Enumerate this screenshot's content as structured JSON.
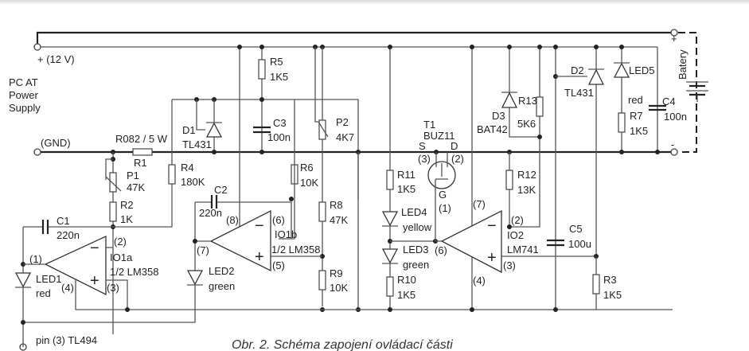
{
  "caption": "Obr. 2. Schéma zapojení ovládací části",
  "terminals": {
    "plus12": "+ (12 V)",
    "gnd": "(GND)",
    "psu_line1": "PC AT",
    "psu_line2": "Power",
    "psu_line3": "Supply",
    "pin3": "pin (3) TL494",
    "battery": "Batery",
    "bat_plus": "+",
    "bat_minus": "-"
  },
  "components": {
    "R1": {
      "name": "R1",
      "value": "R082 / 5 W"
    },
    "P1": {
      "name": "P1",
      "value": "47K"
    },
    "R2": {
      "name": "R2",
      "value": "1K"
    },
    "R4": {
      "name": "R4",
      "value": "180K"
    },
    "D1": {
      "name": "D1",
      "value": "TL431"
    },
    "R5": {
      "name": "R5",
      "value": "1K5"
    },
    "C3": {
      "name": "C3",
      "value": "100n"
    },
    "R6": {
      "name": "R6",
      "value": "10K"
    },
    "P2": {
      "name": "P2",
      "value": "4K7"
    },
    "R8": {
      "name": "R8",
      "value": "47K"
    },
    "R9": {
      "name": "R9",
      "value": "10K"
    },
    "C1": {
      "name": "C1",
      "value": "220n"
    },
    "C2": {
      "name": "C2",
      "value": "220n"
    },
    "IO1a": {
      "name": "IO1a",
      "value": "1/2 LM358"
    },
    "IO1b": {
      "name": "IO1b",
      "value": "1/2 LM358"
    },
    "LED1": {
      "name": "LED1",
      "value": "red"
    },
    "LED2": {
      "name": "LED2",
      "value": "green"
    },
    "T1": {
      "name": "T1",
      "value": "BUZ11",
      "S": "S",
      "D": "D",
      "G": "G"
    },
    "R11": {
      "name": "R11",
      "value": "1K5"
    },
    "LED4": {
      "name": "LED4",
      "value": "yellow"
    },
    "LED3": {
      "name": "LED3",
      "value": "green"
    },
    "R10": {
      "name": "R10",
      "value": "1K5"
    },
    "D3": {
      "name": "D3",
      "value": "BAT42"
    },
    "R13": {
      "name": "R13",
      "value": "5K6"
    },
    "R12": {
      "name": "R12",
      "value": "13K"
    },
    "IO2": {
      "name": "IO2",
      "value": "LM741"
    },
    "C5": {
      "name": "C5",
      "value": "100u"
    },
    "R3": {
      "name": "R3",
      "value": "1K5"
    },
    "D2": {
      "name": "D2",
      "value": "TL431"
    },
    "LED5": {
      "name": "LED5",
      "value": "red"
    },
    "R7": {
      "name": "R7",
      "value": "1K5"
    },
    "C4": {
      "name": "C4",
      "value": "100n"
    }
  },
  "pins": {
    "p1": "(1)",
    "p2": "(2)",
    "p3": "(3)",
    "p4": "(4)",
    "p5": "(5)",
    "p6": "(6)",
    "p7": "(7)",
    "p8": "(8)"
  },
  "signs": {
    "minus": "−",
    "plus": "+"
  }
}
